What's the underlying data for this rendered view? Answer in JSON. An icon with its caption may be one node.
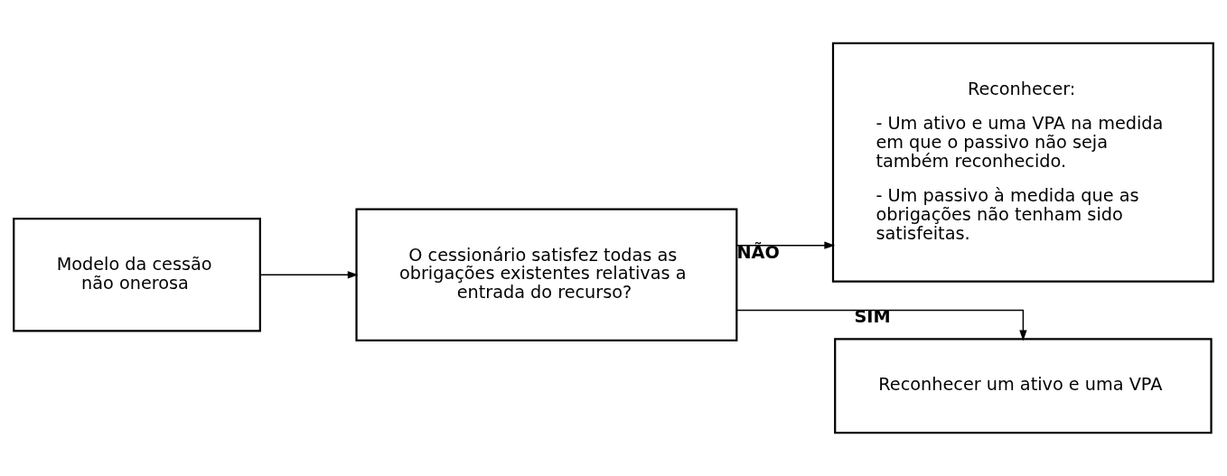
{
  "diagram": {
    "nodes": [
      {
        "text": [
          "Modelo da cessão não onerosa"
        ]
      },
      {
        "text": [
          "O cessionário satisfez todas as obrigações existentes relativas a entrada do recurso?"
        ]
      },
      {
        "text": [
          "Reconhecer:",
          "- Um ativo e uma VPA na medida em que o passivo não seja também reconhecido.",
          "- Um passivo à medida que as obrigações não tenham sido satisfeitas."
        ]
      },
      {
        "text": [
          "Reconhecer um ativo e uma VPA"
        ]
      }
    ],
    "edges": [
      {
        "from": 0,
        "to": 1,
        "arrow": "to"
      },
      {
        "from": 1,
        "to": 2,
        "arrow": "to",
        "label": "NÃO"
      },
      {
        "from": 1,
        "to": 3,
        "arrow": "to",
        "label": "SIM"
      }
    ]
  }
}
